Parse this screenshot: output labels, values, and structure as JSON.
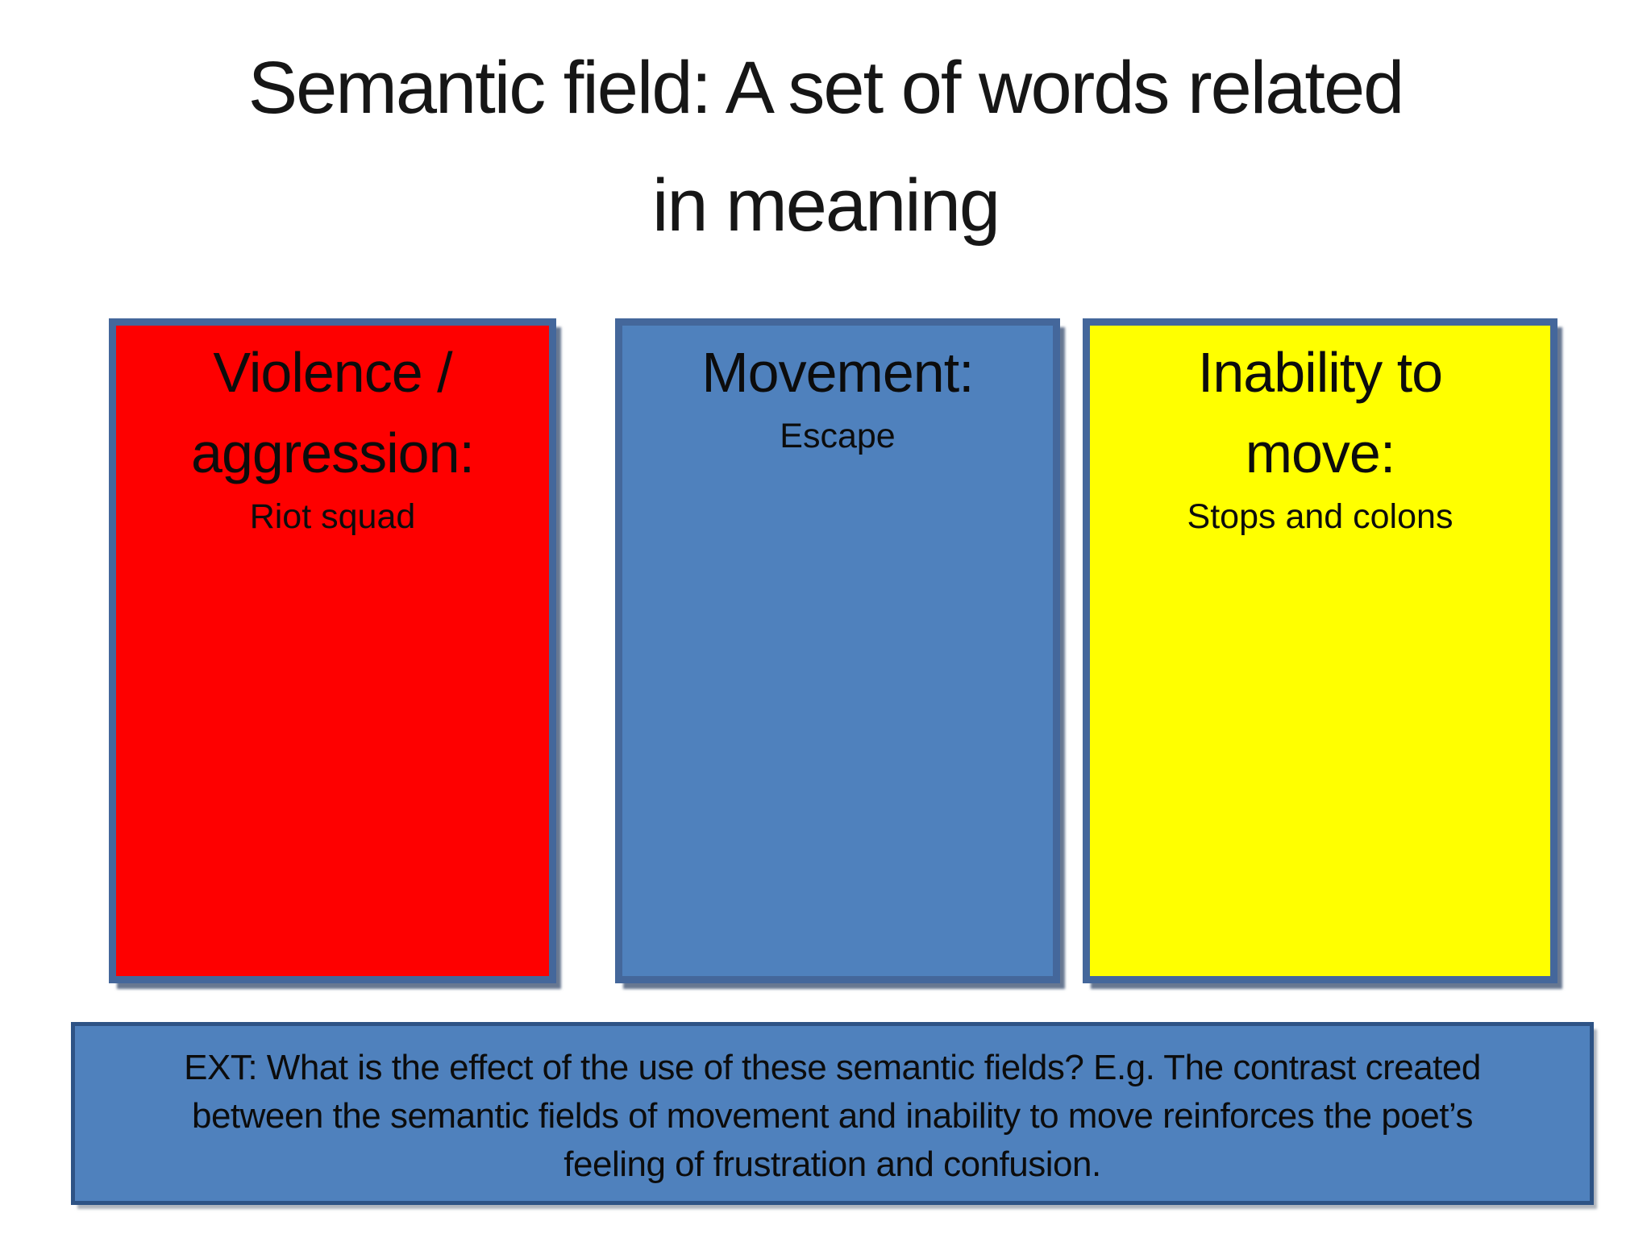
{
  "slide": {
    "title_lines": [
      "Semantic field: A set of words related",
      "in meaning"
    ]
  },
  "boxes": [
    {
      "id": "violence-aggression",
      "heading_lines": [
        "Violence /",
        "aggression:"
      ],
      "subtext": "Riot squad",
      "fill": "#fe0000",
      "border": "#44679b",
      "text_color": "#0c0c0c"
    },
    {
      "id": "movement",
      "heading_lines": [
        "Movement:"
      ],
      "subtext": "Escape",
      "fill": "#4f81bd",
      "border": "#44679b",
      "text_color": "#0c0c0c"
    },
    {
      "id": "inability-to-move",
      "heading_lines": [
        "Inability to",
        "move:"
      ],
      "subtext": "Stops and colons",
      "fill": "#ffff00",
      "border": "#44679b",
      "text_color": "#0c0c0c"
    }
  ],
  "banner": {
    "lines": [
      "EXT: What is the effect of the use of these semantic fields? E.g. The contrast created",
      "between the semantic fields of movement and inability to move reinforces the poet’s",
      "feeling of frustration and confusion."
    ],
    "fill": "#4f81bd",
    "border": "#2e5385",
    "text_color": "#0c0c0c"
  },
  "colors": {
    "background": "#ffffff",
    "title_text": "#161616",
    "box_shadow": "#34486c"
  }
}
